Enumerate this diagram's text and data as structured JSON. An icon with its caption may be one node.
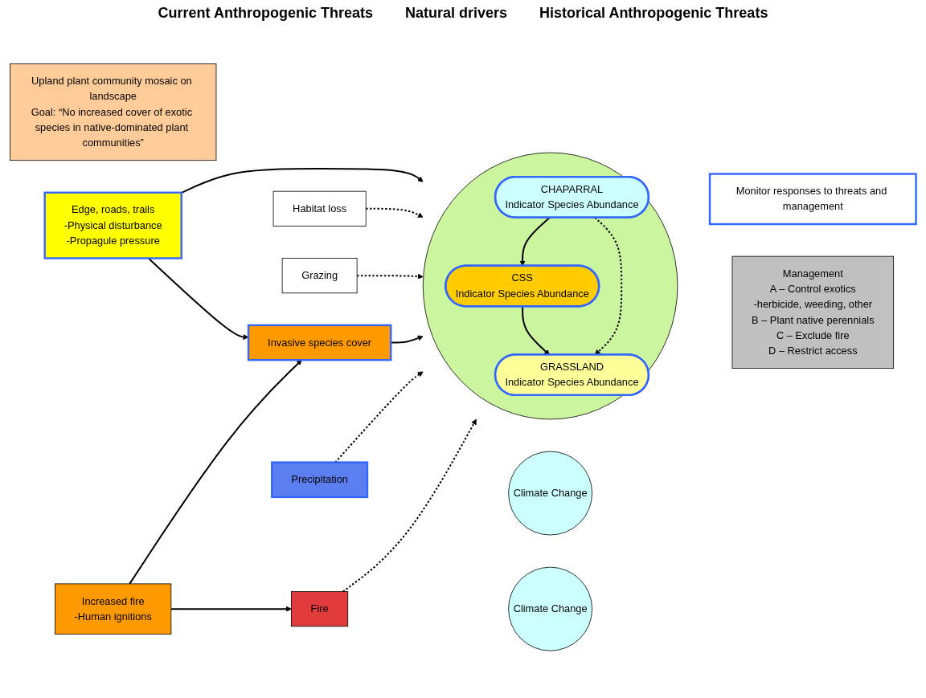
{
  "diagram": {
    "nodes": [
      {
        "text": [
          "Upland plant community mosaic on landscape",
          "Goal: “No increased cover of exotic species in native-dominated plant communities”"
        ]
      },
      {
        "text": [
          "Monitor responses to threats and management"
        ]
      },
      {
        "text": [
          "Increased fire",
          "-Human ignitions"
        ]
      },
      {
        "text": [
          "Invasive species cover"
        ]
      },
      {
        "text": [
          "Edge, roads, trails",
          "-Physical disturbance",
          "-Propagule pressure"
        ]
      },
      {
        "text": [
          "Habitat loss"
        ]
      },
      {
        "text": [
          "Grazing"
        ]
      },
      {
        "text": [
          "Fire"
        ]
      },
      {
        "text": [
          "Climate Change"
        ]
      },
      {
        "text": [],
        "shape": "ellipse"
      },
      {
        "text": [
          "CHAPARRAL",
          "Indicator Species Abundance"
        ],
        "in": 9
      },
      {
        "text": [
          "CSS",
          "Indicator Species Abundance"
        ],
        "in": 9
      },
      {
        "text": [
          "GRASSLAND",
          "Indicator Species Abundance"
        ],
        "in": 9
      },
      {
        "text": [
          "Precipitation"
        ]
      },
      {
        "text": [
          "Climate Change"
        ]
      },
      {
        "text": [
          "Management",
          "A – Control exotics",
          "-herbicide, weeding, other",
          "B – Plant native perennials",
          "C – Exclude fire",
          "D – Restrict access"
        ]
      }
    ],
    "edges": [
      {
        "from": 2,
        "to": 7,
        "arrow": "to"
      },
      {
        "from": 2,
        "to": 3,
        "arrow": "to"
      },
      {
        "from": 4,
        "to": 3,
        "arrow": "to"
      },
      {
        "from": 3,
        "to": 9,
        "arrow": "to"
      },
      {
        "from": 4,
        "to": 9,
        "arrow": "to"
      },
      {
        "from": 7,
        "to": 9,
        "arrow": "to",
        "style": "dashed"
      },
      {
        "from": 10,
        "to": 11,
        "arrow": "to"
      },
      {
        "from": 11,
        "to": 12,
        "arrow": "to"
      },
      {
        "from": 10,
        "to": 12,
        "arrow": "to",
        "style": "dashed"
      },
      {
        "from": 5,
        "to": 9,
        "arrow": "to",
        "style": "dashed"
      },
      {
        "from": 6,
        "to": 9,
        "arrow": "to",
        "style": "dashed"
      },
      {
        "from": 13,
        "to": 9,
        "arrow": "to",
        "style": "dashed"
      }
    ],
    "labels": [
      "Current Anthropogenic Threats",
      "Natural drivers",
      "Historical Anthropogenic Threats"
    ]
  }
}
